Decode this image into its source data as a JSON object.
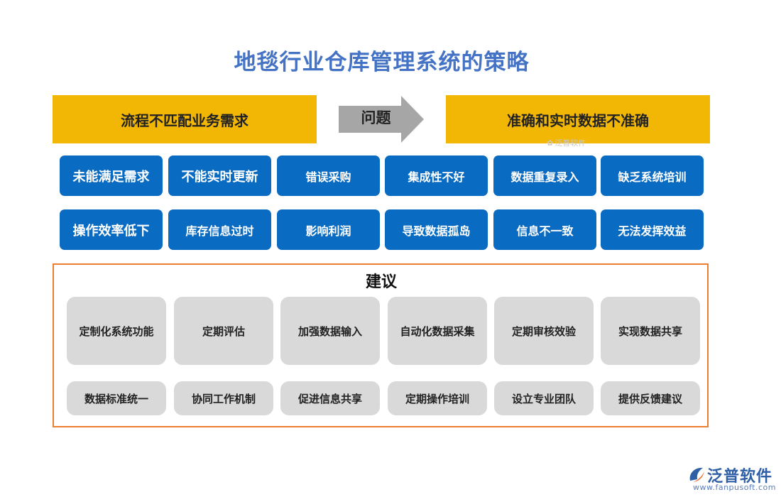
{
  "title": "地毯行业仓库管理系统的策略",
  "header": {
    "left": "流程不匹配业务需求",
    "arrow": "问题",
    "right": "准确和实时数据不准确"
  },
  "problems": [
    "未能满足需求",
    "不能实时更新",
    "错误采购",
    "集成性不好",
    "数据重复录入",
    "缺乏系统培训",
    "操作效率低下",
    "库存信息过时",
    "影响利润",
    "导致数据孤岛",
    "信息不一致",
    "无法发挥效益"
  ],
  "suggestions": {
    "title": "建议",
    "items": [
      "定制化系统功能",
      "定期评估",
      "加强数据输入",
      "自动化数据采集",
      "定期审核效验",
      "实现数据共享",
      "数据标准统一",
      "协同工作机制",
      "促进信息共享",
      "定期操作培训",
      "设立专业团队",
      "提供反馈建议"
    ]
  },
  "watermark": "泛普软件",
  "logo": {
    "name": "泛普软件",
    "url": "www.fanpusoft.com"
  },
  "colors": {
    "title": "#4472c4",
    "header_bar": "#f2b705",
    "arrow": "#a6a6a6",
    "problem_box": "#0a6bc2",
    "suggestion_border": "#ed7d31",
    "suggestion_box": "#d9d9d9"
  }
}
